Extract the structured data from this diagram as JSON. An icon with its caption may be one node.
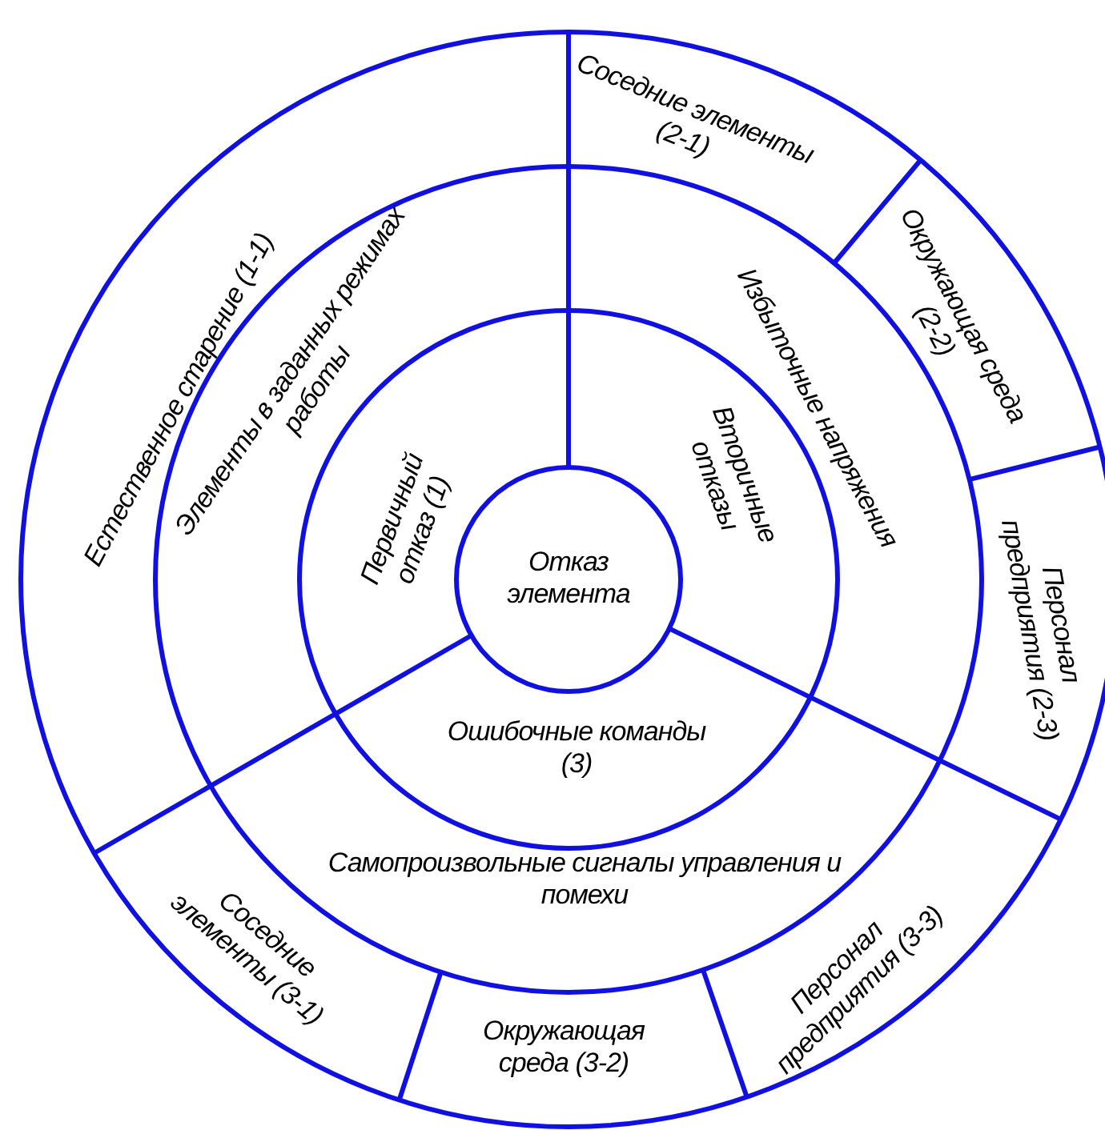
{
  "diagram": {
    "nodes": [
      {
        "text": [
          "Отказ элемента"
        ]
      },
      {
        "text": [
          "Первичный отказ (1)"
        ]
      },
      {
        "text": [
          "Вторичные отказы"
        ]
      },
      {
        "text": [
          "Ошибочные команды (3)"
        ]
      },
      {
        "text": [
          "Элементы в заданных режимах работы"
        ]
      },
      {
        "text": [
          "Избыточные напряжения"
        ]
      },
      {
        "text": [
          "Самопроизвольные сигналы управления и помехи"
        ]
      },
      {
        "text": [
          "Естественное старение (1-1)"
        ]
      },
      {
        "text": [
          "Соседние элементы (2-1)"
        ]
      },
      {
        "text": [
          "Окружающая среда (2-2)"
        ]
      },
      {
        "text": [
          "Персонал предприятия (2-3)"
        ]
      },
      {
        "text": [
          "Соседние элементы (3-1)"
        ]
      },
      {
        "text": [
          "Окружающая среда (3-2)"
        ]
      },
      {
        "text": [
          "Персонал предприятия (3-3)"
        ]
      }
    ]
  }
}
